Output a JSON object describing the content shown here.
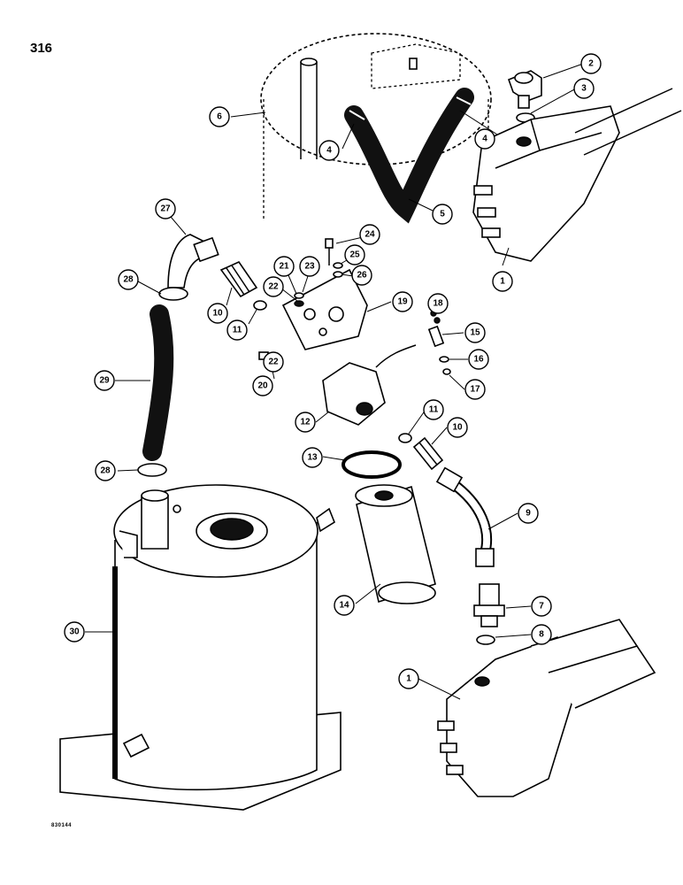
{
  "page": {
    "number": "316",
    "diagram_code": "830144"
  },
  "callouts": [
    {
      "label": "1"
    },
    {
      "label": "2"
    },
    {
      "label": "3"
    },
    {
      "label": "4"
    },
    {
      "label": "4"
    },
    {
      "label": "5"
    },
    {
      "label": "6"
    },
    {
      "label": "27"
    },
    {
      "label": "24"
    },
    {
      "label": "25"
    },
    {
      "label": "26"
    },
    {
      "label": "23"
    },
    {
      "label": "21"
    },
    {
      "label": "28"
    },
    {
      "label": "22"
    },
    {
      "label": "19"
    },
    {
      "label": "10"
    },
    {
      "label": "11"
    },
    {
      "label": "18"
    },
    {
      "label": "15"
    },
    {
      "label": "16"
    },
    {
      "label": "17"
    },
    {
      "label": "22"
    },
    {
      "label": "20"
    },
    {
      "label": "29"
    },
    {
      "label": "12"
    },
    {
      "label": "11"
    },
    {
      "label": "10"
    },
    {
      "label": "13"
    },
    {
      "label": "28"
    },
    {
      "label": "9"
    },
    {
      "label": "14"
    },
    {
      "label": "7"
    },
    {
      "label": "8"
    },
    {
      "label": "30"
    },
    {
      "label": "1"
    }
  ]
}
